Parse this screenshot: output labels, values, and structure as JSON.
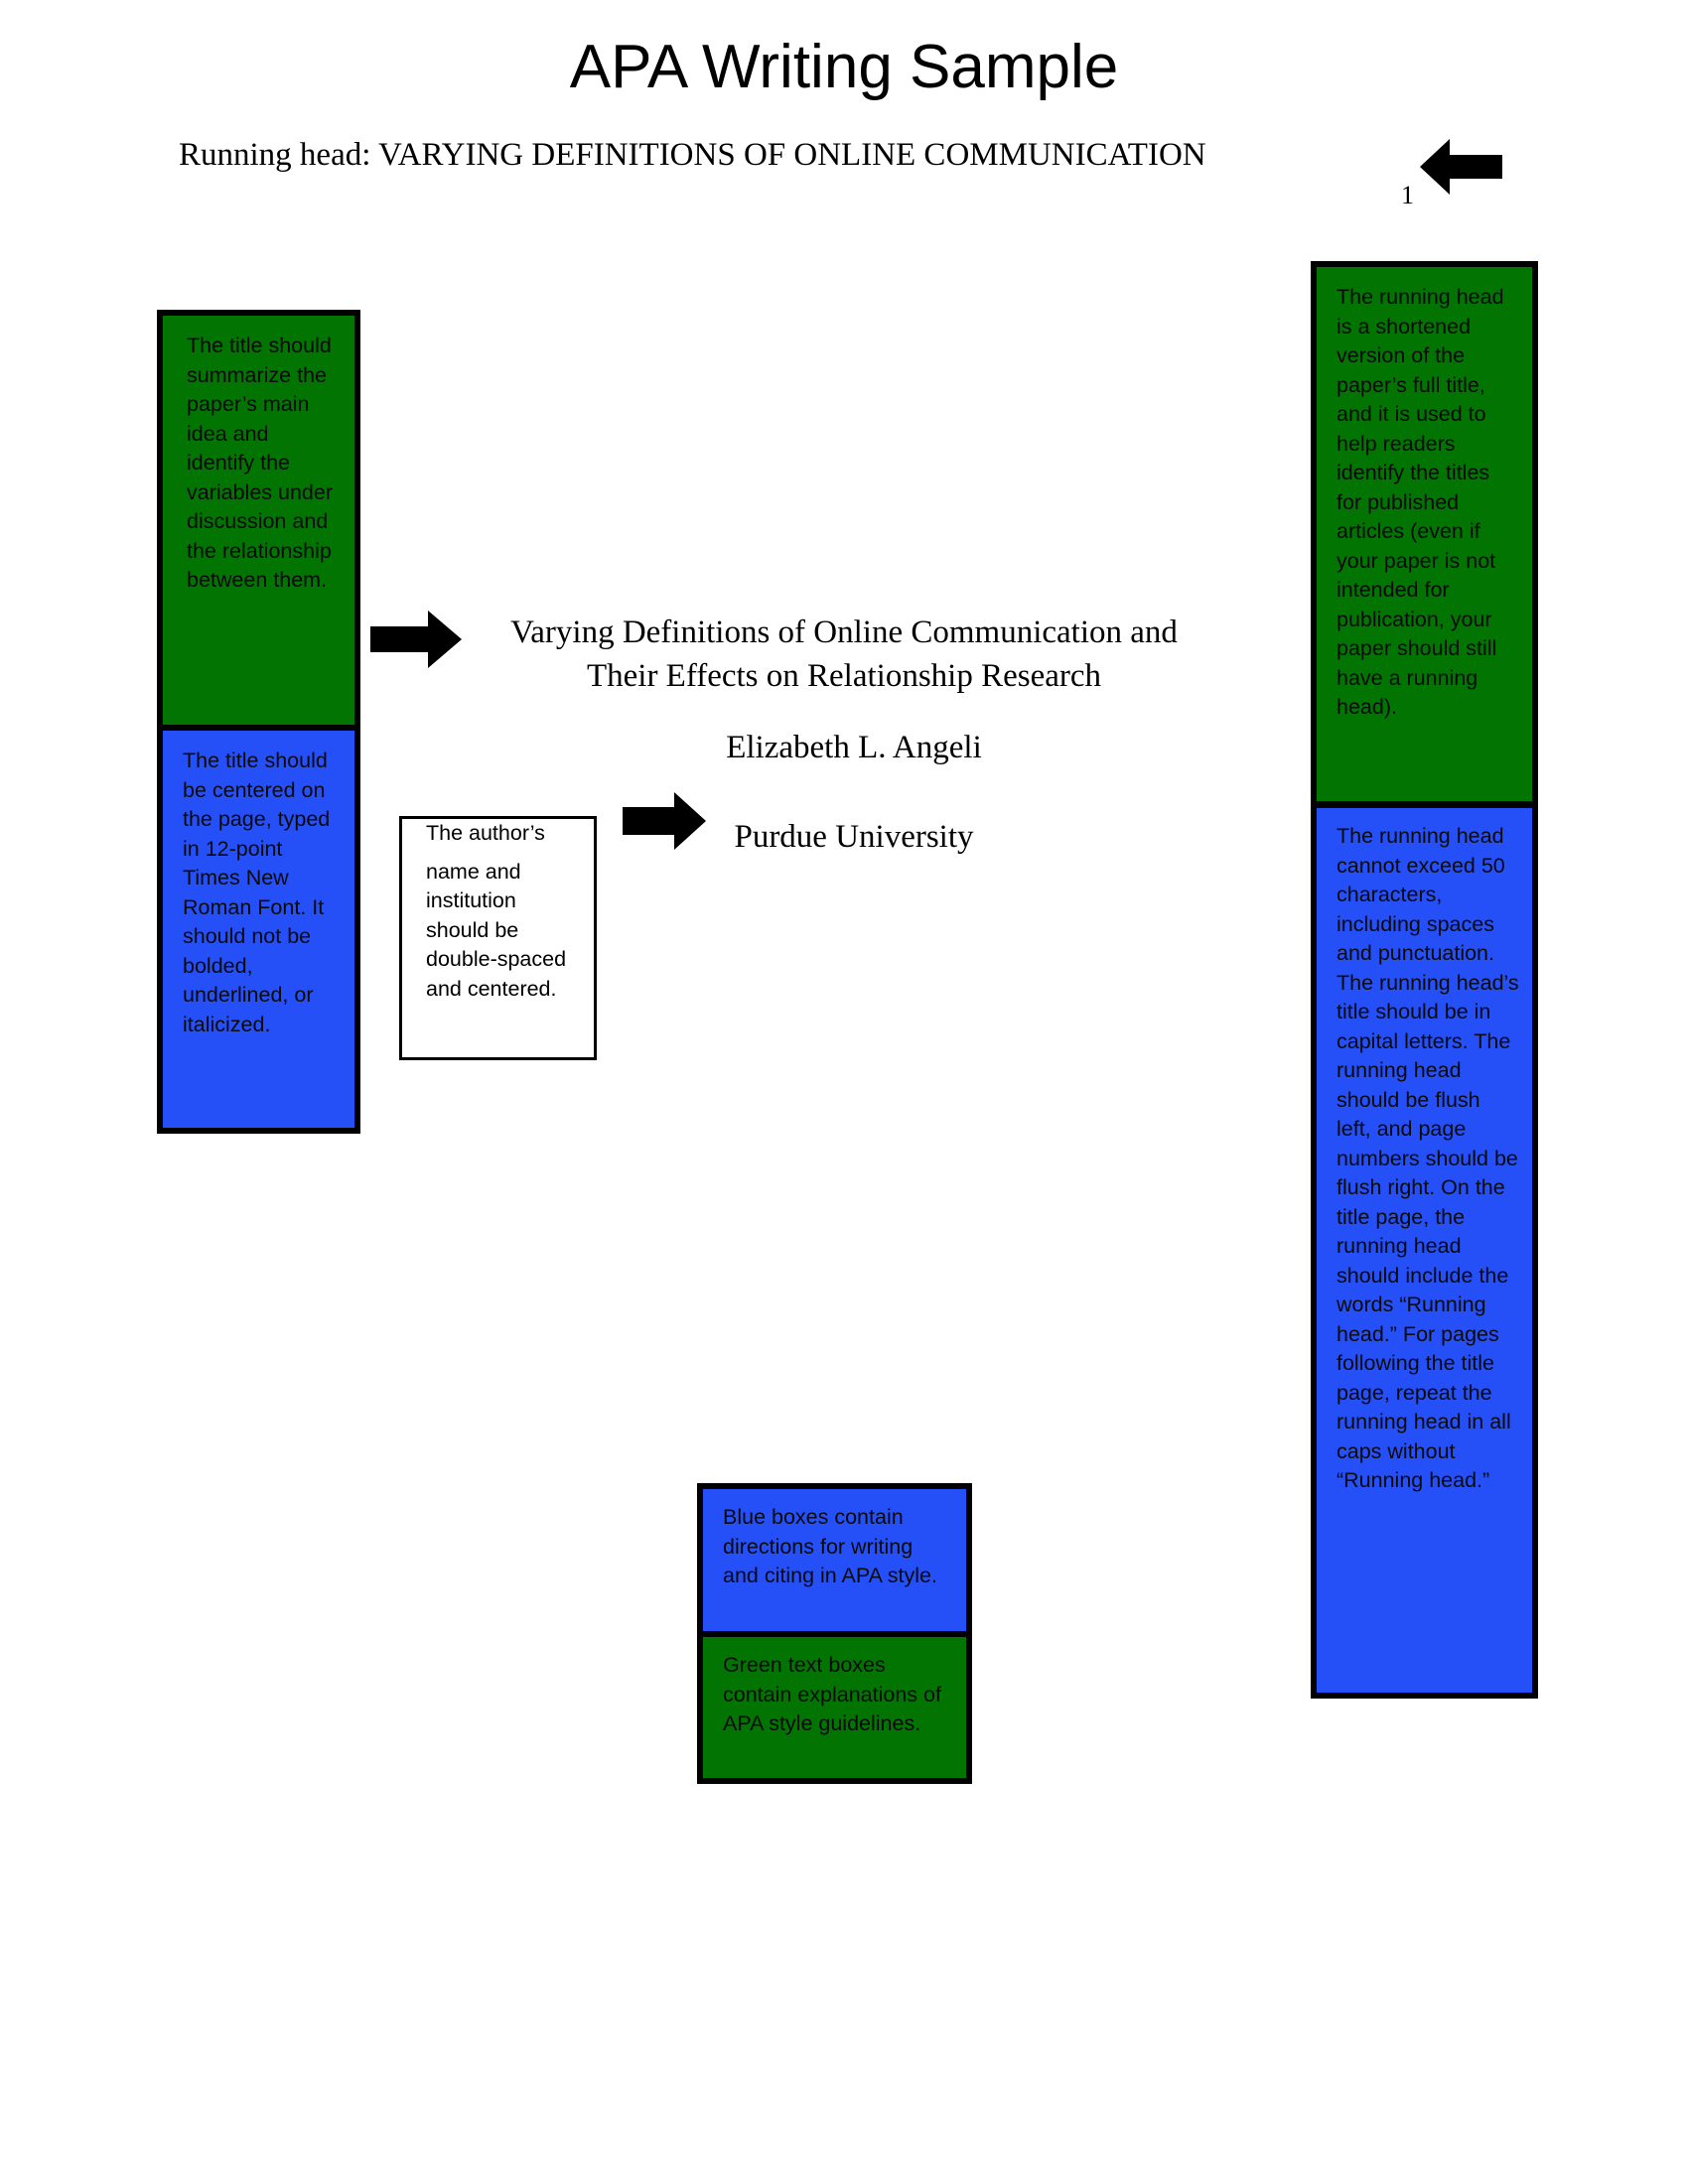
{
  "header": {
    "title": "APA Writing Sample"
  },
  "page": {
    "running_head": "Running head: VARYING DEFINITIONS OF ONLINE COMMUNICATION",
    "page_number": "1",
    "paper_title_line1": "Varying Definitions of Online Communication and",
    "paper_title_line2": "Their Effects on Relationship Research",
    "author": "Elizabeth L. Angeli",
    "institution": "Purdue University"
  },
  "annotations": {
    "title_summary": "The title should summarize the paper’s main idea and identify the variables under discussion and the relationship between them.",
    "title_format": "The title should be centered on the page, typed in 12-point Times New Roman Font. It should not be bolded, underlined, or italicized.",
    "author_note_line1": "The author’s",
    "author_note_rest": "name and institution should be double-spaced and centered.",
    "running_head_explanation": "The running head is a shortened version of the paper’s full title, and it is used to help readers identify the titles for published articles (even if your paper is not intended for publication, your paper should still have a running head).",
    "running_head_directions": "The running head cannot exceed 50 characters, including spaces and punctuation. The running head’s title should be in capital letters. The running head should be flush left, and page numbers should be flush right. On the title page, the running head should include the words “Running head.” For pages following the title page, repeat the running head in all caps without “Running head.”",
    "legend_blue": "Blue boxes contain directions for writing and citing in APA style.",
    "legend_green": "Green text boxes contain explanations of APA style guidelines."
  },
  "colors": {
    "green_box": "#027402",
    "blue_box": "#2550f7",
    "border": "#000000"
  }
}
